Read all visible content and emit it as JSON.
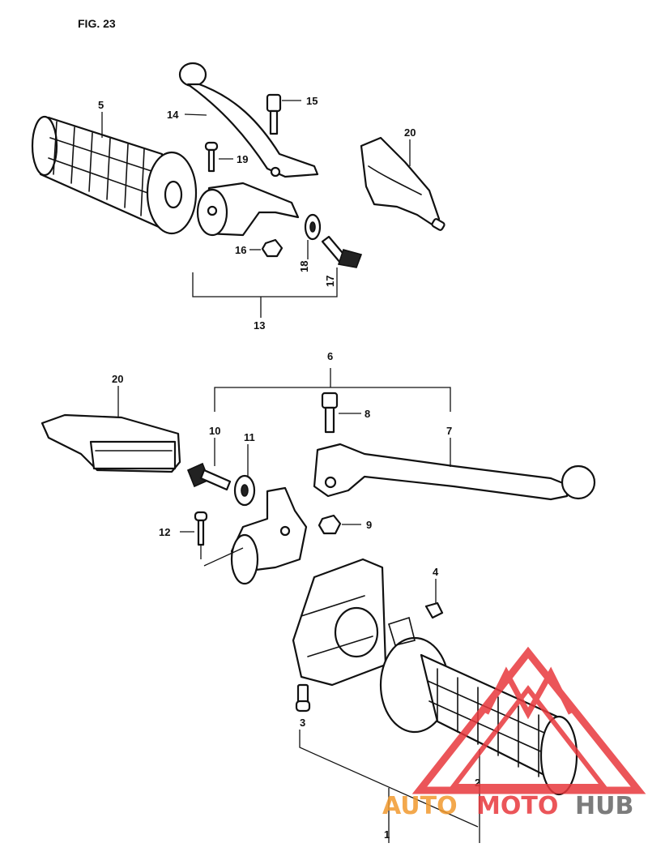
{
  "figure_title": "FIG. 23",
  "part_labels": {
    "p1": "1",
    "p2": "2",
    "p3": "3",
    "p4": "4",
    "p5": "5",
    "p6": "6",
    "p7": "7",
    "p8": "8",
    "p9": "9",
    "p10": "10",
    "p11": "11",
    "p12": "12",
    "p13": "13",
    "p14": "14",
    "p15": "15",
    "p16": "16",
    "p17": "17",
    "p18": "18",
    "p19": "19",
    "p20a": "20",
    "p20b": "20"
  },
  "watermark": {
    "part1": "AUTO",
    "part2": "MOTO",
    "part3": "HUB",
    "color_primary": "#f29a2e",
    "color_secondary": "#e8383d",
    "color_tertiary": "#666666"
  },
  "icons": [
    "watermark-triangle-logo-icon"
  ]
}
